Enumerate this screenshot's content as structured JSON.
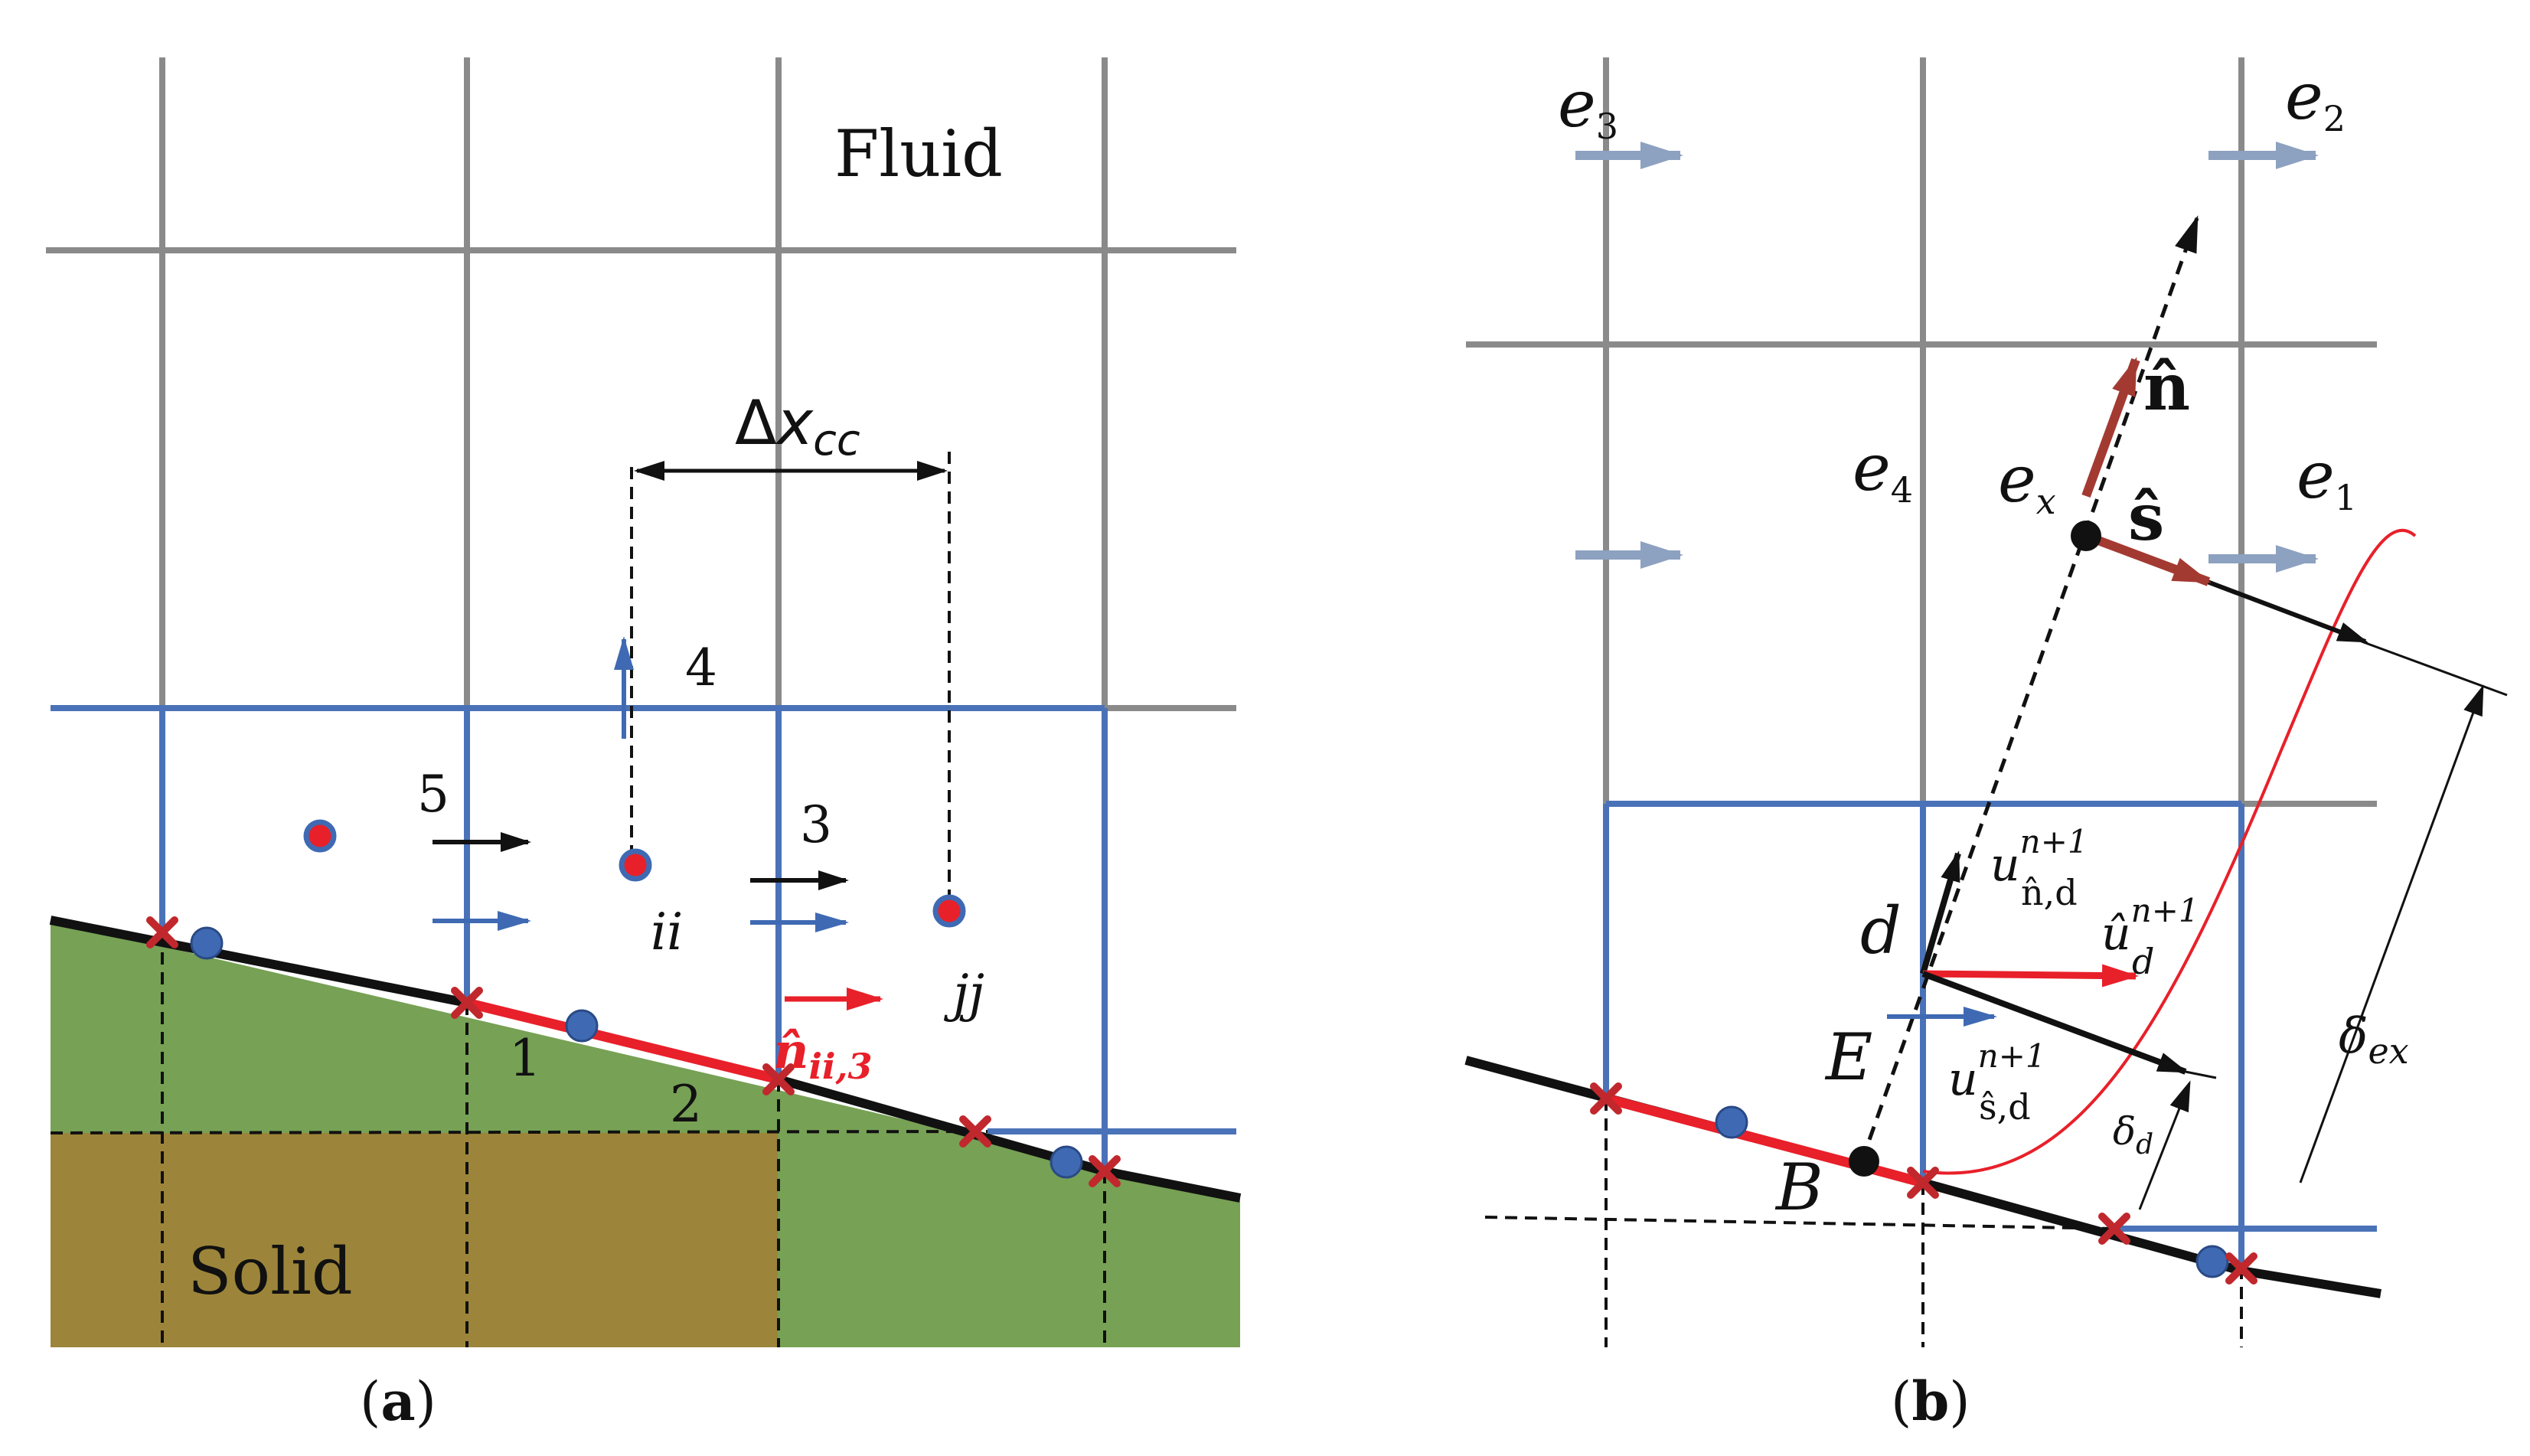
{
  "colors": {
    "grid": "#8a8a8a",
    "cell_blue": "#4a72b8",
    "fluid_green": "#77a155",
    "solid_brown": "#9c853a",
    "boundary": "#111111",
    "face_red": "#e8202a",
    "cross_red": "#c0282d",
    "marker_blue": "#3f6ab3",
    "arrow_grey_blue": "#8da1c0",
    "vector_brown": "#a33a32",
    "text": "#111111"
  },
  "panel_a": {
    "caption_open": "(",
    "caption_letter": "a",
    "caption_close": ")",
    "fluid_label": "Fluid",
    "solid_label": "Solid",
    "delta": {
      "symbol": "Δ",
      "var": "x",
      "sub": "cc"
    },
    "face_labels": {
      "f1": "1",
      "f2": "2",
      "f3": "3",
      "f4": "4",
      "f5": "5"
    },
    "cell_labels": {
      "ii": "ii",
      "jj": "jj"
    },
    "normal": {
      "symbol": "n̂",
      "sub": "ii,3"
    }
  },
  "panel_b": {
    "caption_open": "(",
    "caption_letter": "b",
    "caption_close": ")",
    "e1": {
      "base": "e",
      "sub": "1"
    },
    "e2": {
      "base": "e",
      "sub": "2"
    },
    "e3": {
      "base": "e",
      "sub": "3"
    },
    "e4": {
      "base": "e",
      "sub": "4"
    },
    "ex": {
      "base": "e",
      "sub": "x"
    },
    "n_hat": "n̂",
    "s_hat": "ŝ",
    "point_d": "d",
    "point_E": "E",
    "point_B": "B",
    "u_n": {
      "base": "u",
      "sup": "n+1",
      "sub": "n̂,d"
    },
    "u_hat": {
      "base": "û",
      "sup": "n+1",
      "sub": "d"
    },
    "u_s": {
      "base": "u",
      "sup": "n+1",
      "sub": "ŝ,d"
    },
    "delta_ex": {
      "base": "δ",
      "sub": "ex"
    },
    "delta_d": {
      "base": "δ",
      "sub": "d"
    }
  }
}
